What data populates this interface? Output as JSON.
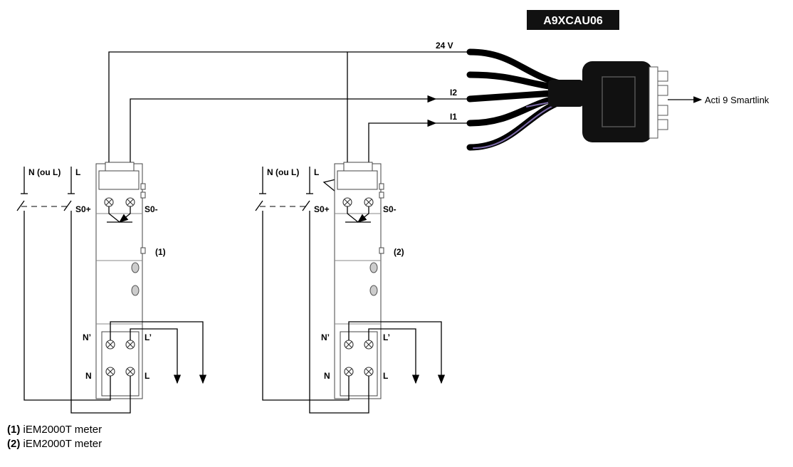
{
  "cable": {
    "model": "A9XCAU06",
    "wire_24v": "24 V",
    "wire_i2": "I2",
    "wire_i1": "I1",
    "destination": "Acti 9 Smartlink",
    "colors": {
      "wire": "#000000",
      "stripe": "#7b6aa8",
      "connector": "#111111"
    }
  },
  "meters": [
    {
      "marker": "(1)",
      "supply": "N (ou L)",
      "supply_l": "L",
      "s0p": "S0+",
      "s0m": "S0-",
      "n_out": "N’",
      "l_out": "L’",
      "n_in": "N",
      "l_in": "L"
    },
    {
      "marker": "(2)",
      "supply": "N (ou L)",
      "supply_l": "L",
      "s0p": "S0+",
      "s0m": "S0-",
      "n_out": "N’",
      "l_out": "L’",
      "n_in": "N",
      "l_in": "L"
    }
  ],
  "legend": [
    {
      "num": "(1)",
      "text": "iEM2000T meter"
    },
    {
      "num": "(2)",
      "text": "iEM2000T meter"
    }
  ]
}
